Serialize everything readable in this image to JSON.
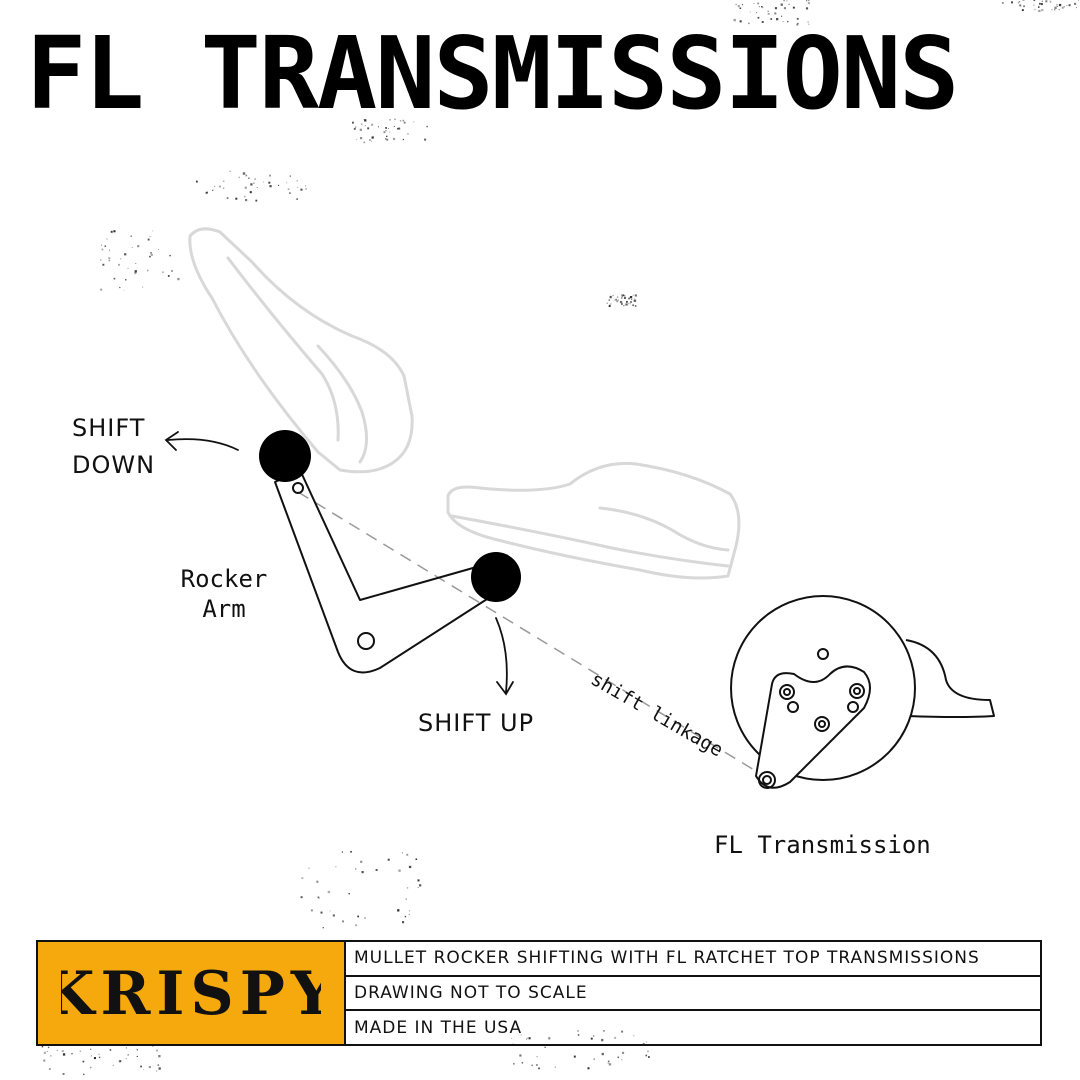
{
  "title": "FL TRANSMISSIONS",
  "labels": {
    "shift_down_line1": "SHIFT",
    "shift_down_line2": "DOWN",
    "rocker_line1": "Rocker",
    "rocker_line2": "Arm",
    "shift_up": "SHIFT UP",
    "linkage": "shift linkage",
    "transmission": "FL Transmission"
  },
  "footer": {
    "brand": "KRISPY",
    "rows": [
      "MULLET ROCKER SHIFTING WITH FL RATCHET TOP TRANSMISSIONS",
      "DRAWING NOT TO SCALE",
      "MADE IN THE USA"
    ]
  },
  "colors": {
    "brand_background": "#f5a90c",
    "ink": "#111111",
    "shoe_outline": "#d8d8d8",
    "linkage_dash": "#9a9a9a"
  },
  "icons": [
    "shoe-upper-icon",
    "shoe-lower-icon",
    "rocker-arm-icon",
    "transmission-icon",
    "krispy-logo"
  ]
}
